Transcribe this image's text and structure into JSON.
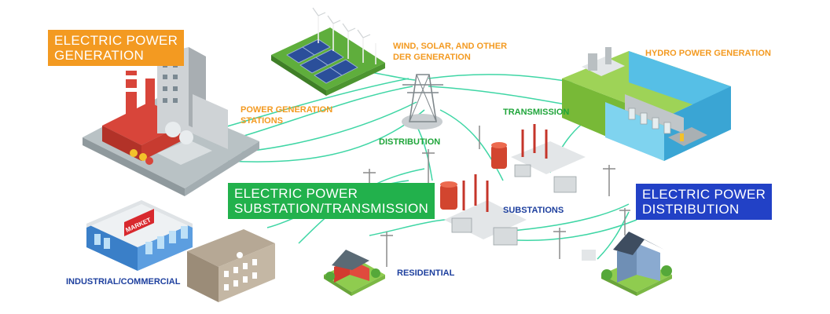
{
  "boxes": {
    "generation": {
      "line1": "ELECTRIC POWER",
      "line2": "GENERATION",
      "color": "#f39a21"
    },
    "substation": {
      "line1": "ELECTRIC POWER",
      "line2": "SUBSTATION/TRANSMISSION",
      "color": "#22b14c"
    },
    "distribution": {
      "line1": "ELECTRIC POWER",
      "line2": "DISTRIBUTION",
      "color": "#2241c6"
    }
  },
  "labels": {
    "wind_solar": {
      "line1": "WIND, SOLAR, AND OTHER",
      "line2": "DER GENERATION"
    },
    "hydro": "HYDRO POWER GENERATION",
    "stations": {
      "line1": "POWER GENERATION",
      "line2": "STATIONS"
    },
    "transmission": "TRANSMISSION",
    "distribution": "DISTRIBUTION",
    "substations": "SUBSTATIONS",
    "residential": "RESIDENTIAL",
    "industrial": "INDUSTRIAL/COMMERCIAL"
  },
  "signs": {
    "market": "MARKET"
  },
  "colors": {
    "line": "#3fd6a5",
    "orange": "#f39a21",
    "green": "#1fa53a",
    "blue": "#1d3f9e"
  }
}
